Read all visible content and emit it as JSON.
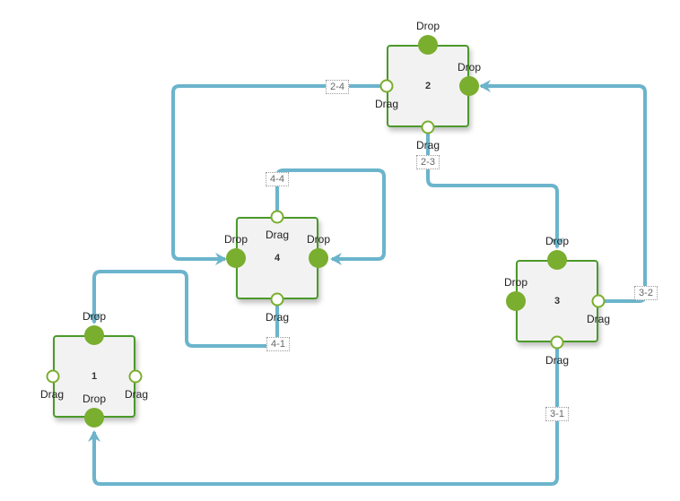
{
  "colors": {
    "connector": "#6bb4cc",
    "node_border": "#4a9a2a",
    "endpoint": "#7aae2e",
    "node_fill": "#f2f2f2"
  },
  "endpoint_labels": {
    "drop": "Drop",
    "drag": "Drag"
  },
  "nodes": [
    {
      "id": "1",
      "label": "1"
    },
    {
      "id": "2",
      "label": "2"
    },
    {
      "id": "3",
      "label": "3"
    },
    {
      "id": "4",
      "label": "4"
    }
  ],
  "connections": [
    {
      "id": "2-4",
      "label": "2-4",
      "source": "2",
      "target": "4"
    },
    {
      "id": "2-3",
      "label": "2-3",
      "source": "2",
      "target": "3"
    },
    {
      "id": "3-2",
      "label": "3-2",
      "source": "3",
      "target": "2"
    },
    {
      "id": "4-4",
      "label": "4-4",
      "source": "4",
      "target": "4"
    },
    {
      "id": "4-1",
      "label": "4-1",
      "source": "4",
      "target": "1"
    },
    {
      "id": "3-1",
      "label": "3-1",
      "source": "3",
      "target": "1"
    }
  ]
}
